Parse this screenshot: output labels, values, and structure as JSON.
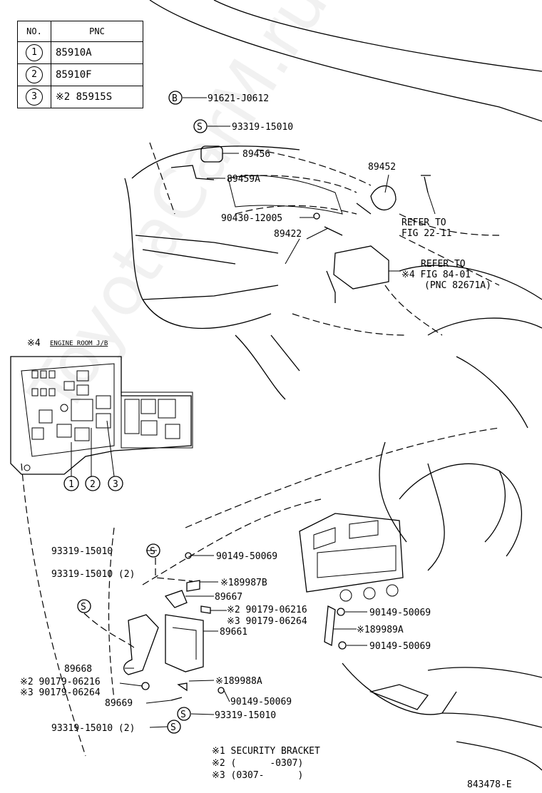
{
  "table": {
    "headers": [
      "NO.",
      "PNC"
    ],
    "rows": [
      {
        "no": "1",
        "pnc": "85910A"
      },
      {
        "no": "2",
        "pnc": "85910F"
      },
      {
        "no": "3",
        "pnc": "※2 85915S"
      }
    ]
  },
  "callouts": {
    "p91621": "91621-J0612",
    "p93319_top": "93319-15010",
    "p89456": "89456",
    "p89459A": "89459A",
    "p89452": "89452",
    "p90430": "90430-12005",
    "p89422": "89422",
    "refer1_a": "REFER TO",
    "refer1_b": "FIG 22-11",
    "refer2_a": "REFER TO",
    "refer2_b": "※4 FIG 84-01",
    "refer2_c": "(PNC 82671A)",
    "jb_mark": "※4",
    "jb_label": "ENGINE ROOM J/B",
    "c93319_a": "93319-15010",
    "c93319_b": "93319-15010 (2)",
    "c90149_a": "90149-50069",
    "c189987B": "※189987B",
    "c89667": "89667",
    "c90179_a2": "※2 90179-06216",
    "c90179_a3": "※3 90179-06264",
    "c89661": "89661",
    "c90149_b": "90149-50069",
    "c189989A": "※189989A",
    "c90149_c": "90149-50069",
    "c89668": "89668",
    "c90179_b2": "※2 90179-06216",
    "c90179_b3": "※3 90179-06264",
    "c189988A": "※189988A",
    "c89669": "89669",
    "c90149_d": "90149-50069",
    "c93319_c": "93319-15010",
    "c93319_d": "93319-15010 (2)"
  },
  "badges": {
    "bolt_b": "B",
    "screw_s": "S",
    "n1": "1",
    "n2": "2",
    "n3": "3"
  },
  "notes": {
    "n1": "※1 SECURITY BRACKET",
    "n2": "※2 (      -0307)",
    "n3": "※3 (0307-      )"
  },
  "figure_id": "843478-E",
  "watermark": "ToyotaCarM.ru"
}
